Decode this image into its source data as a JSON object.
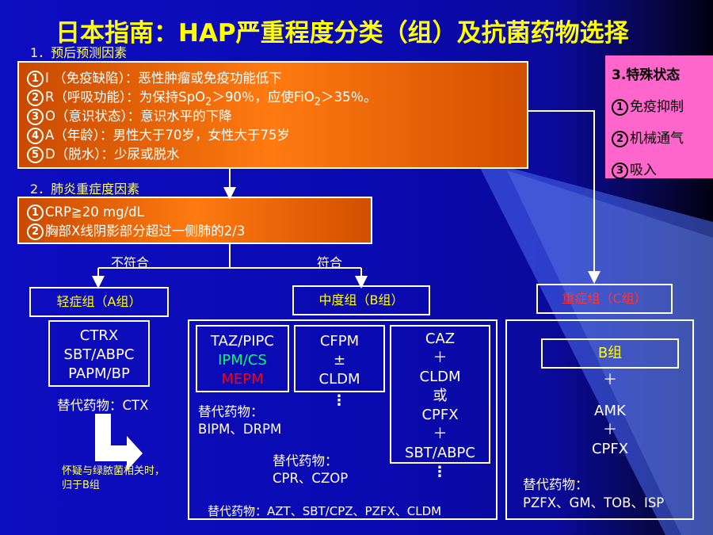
{
  "title": "日本指南：HAP严重程度分类（组）及抗菌药物选择",
  "prognosis": {
    "heading": "1．预后预测因素",
    "items": [
      {
        "num": "1",
        "text": "I （免疫缺陷）：恶性肿瘤或免疫功能低下"
      },
      {
        "num": "2",
        "text_pre": "R（呼吸功能）：为保持SpO",
        "sub1": "2",
        "text_mid": "＞90％，应使FiO",
        "sub2": "2",
        "text_post": "＞35％。"
      },
      {
        "num": "3",
        "text": "O（意识状态）：意识水平的下降"
      },
      {
        "num": "4",
        "text": "A（年龄）：男性大于70岁，女性大于75岁"
      },
      {
        "num": "5",
        "text": "D（脱水）：少尿或脱水"
      }
    ]
  },
  "severity": {
    "heading": "2．肺炎重症度因素",
    "items": [
      {
        "num": "1",
        "text": "CRP≧20 mg/dL"
      },
      {
        "num": "2",
        "text": "胸部X线阴影部分超过一侧肺的2/3"
      }
    ]
  },
  "special": {
    "heading": "3.特殊状态",
    "items": [
      {
        "num": "1",
        "text": "免疫抑制"
      },
      {
        "num": "2",
        "text": "机械通气"
      },
      {
        "num": "3",
        "text": "吸入"
      }
    ]
  },
  "branch": {
    "not_meet": "不符合",
    "meet": "符合"
  },
  "groups": {
    "a": {
      "label": "轻症组（A组）",
      "drugs": [
        "CTRX",
        "SBT/ABPC",
        "PAPM/BP"
      ],
      "alt": "替代药物：CTX",
      "note_line1": "怀疑与绿脓菌相关时，",
      "note_line2": "归于B组"
    },
    "b": {
      "label": "中度组（B组）",
      "box1": [
        "TAZ/PIPC",
        "IPM/CS",
        "MEPM"
      ],
      "box1_colors": [
        "#ffffff",
        "#00ff66",
        "#ff0000"
      ],
      "box2": [
        "CFPM",
        "±",
        "CLDM"
      ],
      "box3": [
        "CAZ",
        "＋",
        "CLDM",
        "或",
        "CPFX",
        "＋",
        "SBT/ABPC"
      ],
      "alt1_line1": "替代药物：",
      "alt1_line2": "BIPM、DRPM",
      "alt2_line1": "替代药物：",
      "alt2_line2": "CPR、CZOP",
      "alt3": "替代药物：AZT、SBT/CPZ、PZFX、CLDM",
      "dots": "⋮"
    },
    "c": {
      "label": "重症组（C组）",
      "inner": "B组",
      "plus1": "＋",
      "amk": "AMK",
      "plus2": "＋",
      "cpfx": "CPFX",
      "alt_line1": "替代药物：",
      "alt_line2": "PZFX、GM、TOB、ISP"
    }
  }
}
